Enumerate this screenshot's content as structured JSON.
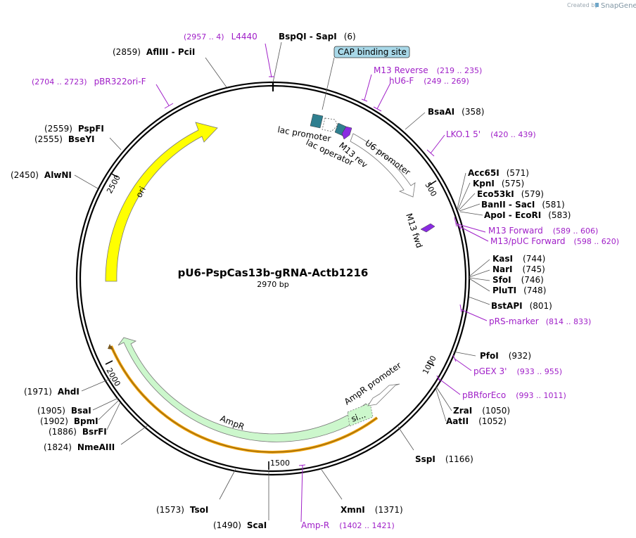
{
  "branding": {
    "created_by": "Created by",
    "app": "SnapGene"
  },
  "plasmid": {
    "name": "pU6-PspCas13b-gRNA-Actb1216",
    "size": "2970 bp"
  },
  "tick_labels": [
    "500",
    "1000",
    "1500",
    "2000",
    "2500"
  ],
  "features": {
    "cap": "CAP binding site",
    "lac_promoter": "lac promoter",
    "lac_operator": "lac operator",
    "m13_rev": "M13 rev",
    "u6_promoter": "U6 promoter",
    "m13_fwd": "M13 fwd",
    "ori": "ori",
    "ampr": "AmpR",
    "ampr_promoter": "AmpR promoter",
    "sig": "si..."
  },
  "sites_black": [
    {
      "name": "BspQI",
      "name2": "SapI",
      "pos": "(6)"
    },
    {
      "name": "AflIII",
      "name2": "PciI",
      "pos": "(2859)"
    },
    {
      "name": "BsaAI",
      "pos": "(358)"
    },
    {
      "name": "PspFI",
      "pos": "(2559)"
    },
    {
      "name": "BseYI",
      "pos": "(2555)"
    },
    {
      "name": "AlwNI",
      "pos": "(2450)"
    },
    {
      "name": "Acc65I",
      "pos": "(571)"
    },
    {
      "name": "KpnI",
      "pos": "(575)"
    },
    {
      "name": "Eco53kI",
      "pos": "(579)"
    },
    {
      "name": "BanII",
      "name2": "SacI",
      "pos": "(581)"
    },
    {
      "name": "ApoI",
      "name2": "EcoRI",
      "pos": "(583)"
    },
    {
      "name": "KasI",
      "pos": "(744)"
    },
    {
      "name": "NarI",
      "pos": "(745)"
    },
    {
      "name": "SfoI",
      "pos": "(746)"
    },
    {
      "name": "PluTI",
      "pos": "(748)"
    },
    {
      "name": "BstAPI",
      "pos": "(801)"
    },
    {
      "name": "PfoI",
      "pos": "(932)"
    },
    {
      "name": "ZraI",
      "pos": "(1050)"
    },
    {
      "name": "AatII",
      "pos": "(1052)"
    },
    {
      "name": "SspI",
      "pos": "(1166)"
    },
    {
      "name": "XmnI",
      "pos": "(1371)"
    },
    {
      "name": "ScaI",
      "pos": "(1490)"
    },
    {
      "name": "TsoI",
      "pos": "(1573)"
    },
    {
      "name": "NmeAIII",
      "pos": "(1824)"
    },
    {
      "name": "BsrFI",
      "pos": "(1886)"
    },
    {
      "name": "BpmI",
      "pos": "(1902)"
    },
    {
      "name": "BsaI",
      "pos": "(1905)"
    },
    {
      "name": "AhdI",
      "pos": "(1971)"
    }
  ],
  "primers": [
    {
      "name": "L4440",
      "range": "(2957 .. 4)"
    },
    {
      "name": "pBR322ori-F",
      "range": "(2704 .. 2723)"
    },
    {
      "name": "M13 Reverse",
      "range": "(219 .. 235)"
    },
    {
      "name": "hU6-F",
      "range": "(249 .. 269)"
    },
    {
      "name": "LKO.1 5'",
      "range": "(420 .. 439)"
    },
    {
      "name": "M13 Forward",
      "range": "(589 .. 606)"
    },
    {
      "name": "M13/pUC Forward",
      "range": "(598 .. 620)"
    },
    {
      "name": "pRS-marker",
      "range": "(814 .. 833)"
    },
    {
      "name": "pGEX 3'",
      "range": "(933 .. 955)"
    },
    {
      "name": "pBRforEco",
      "range": "(993 .. 1011)"
    },
    {
      "name": "Amp-R",
      "range": "(1402 .. 1421)"
    }
  ],
  "colors": {
    "primer": "#a020c8",
    "ori": "#ffff00",
    "ampr": "#ccf7cc",
    "u6": "#ffffff",
    "lac": "#2f7f8f",
    "cap": "#a8d8e8",
    "backbone": "#000000",
    "annot": "#f2a000"
  }
}
